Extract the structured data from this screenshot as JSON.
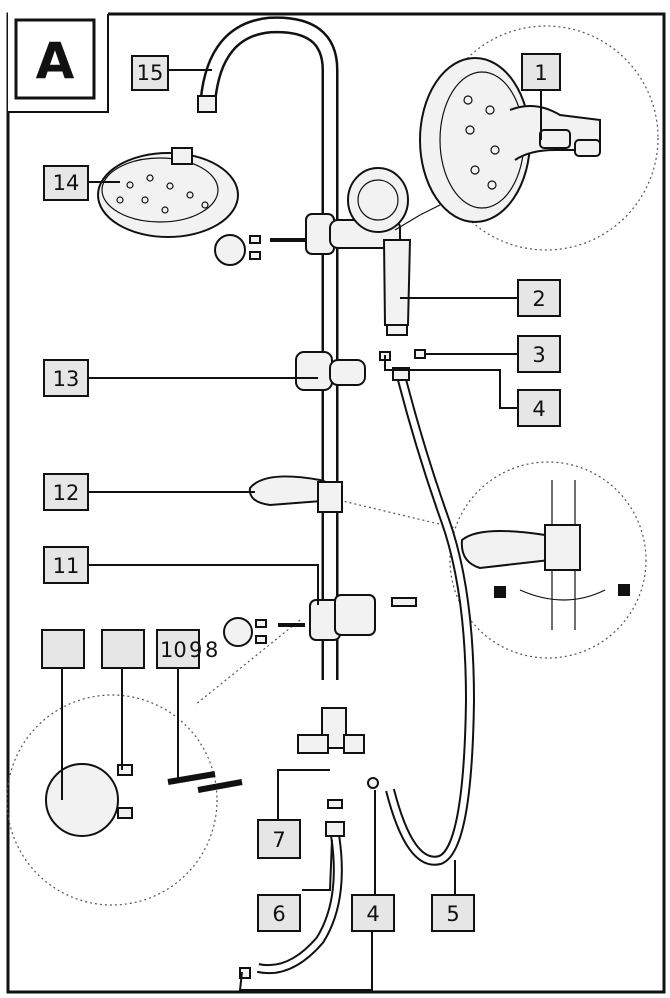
{
  "diagram": {
    "panel_letter": "A",
    "part_labels": [
      "1",
      "2",
      "3",
      "4",
      "5",
      "6",
      "7",
      "4",
      "11",
      "12",
      "13",
      "14",
      "15"
    ],
    "detail_labels": [
      "",
      "",
      "10",
      "9",
      "8"
    ]
  }
}
